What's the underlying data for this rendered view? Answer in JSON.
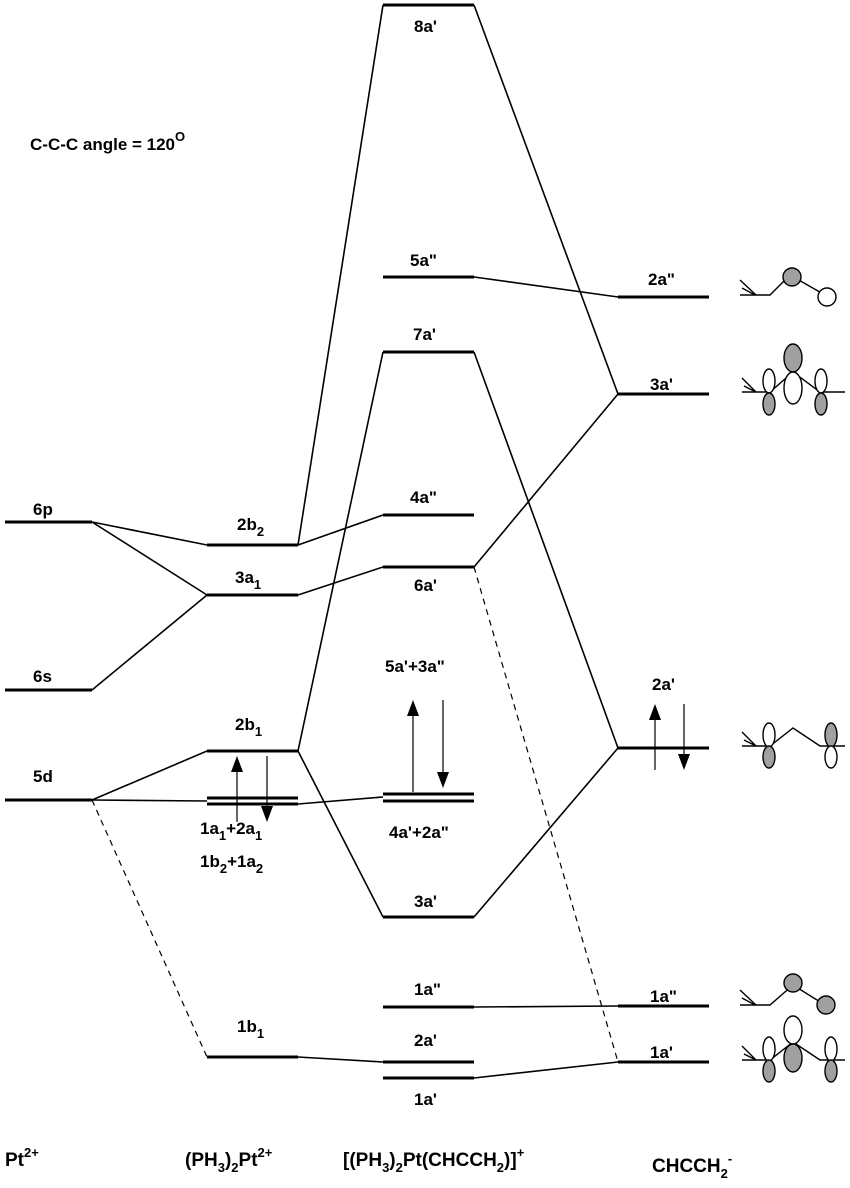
{
  "note": "C-C-C angle = 120",
  "note_sup": "O",
  "columns": {
    "pt": {
      "base": "Pt",
      "sup": "2+"
    },
    "pl2pt": {
      "p1": "(PH",
      "s1": "3",
      "p2": ")",
      "s2": "2",
      "p3": "Pt",
      "sup": "2+"
    },
    "complex": {
      "p1": "[(PH",
      "s1": "3",
      "p2": ")",
      "s2": "2",
      "p3": "Pt(CHCCH",
      "s3": "2",
      "p4": ")]",
      "sup": "+"
    },
    "ligand": {
      "base": "CHCCH",
      "sub": "2",
      "sup": "-"
    }
  },
  "levels": {
    "pt_6p": "6p",
    "pt_6s": "6s",
    "pt_5d": "5d",
    "f_2b2": {
      "base": "2b",
      "sub": "2"
    },
    "f_3a1": {
      "base": "3a",
      "sub": "1"
    },
    "f_2b1": {
      "base": "2b",
      "sub": "1"
    },
    "f_1b1": {
      "base": "1b",
      "sub": "1"
    },
    "f_d1": {
      "a": "1a",
      "as": "1",
      "b": "+2a",
      "bs": "1"
    },
    "f_d2": {
      "a": "1b",
      "as": "2",
      "b": "+1a",
      "bs": "2"
    },
    "c_8a1": "8a'",
    "c_5a2": "5a\"",
    "c_7a1": "7a'",
    "c_4a2": "4a\"",
    "c_6a1": "6a'",
    "c_5a3a": "5a'+3a\"",
    "c_4a2a": "4a'+2a\"",
    "c_3a1": "3a'",
    "c_1a2": "1a\"",
    "c_2a1": "2a'",
    "c_1a1": "1a'",
    "l_2a2": "2a\"",
    "l_3a1": "3a'",
    "l_2a1": "2a'",
    "l_1a2": "1a\"",
    "l_1a1": "1a'"
  }
}
